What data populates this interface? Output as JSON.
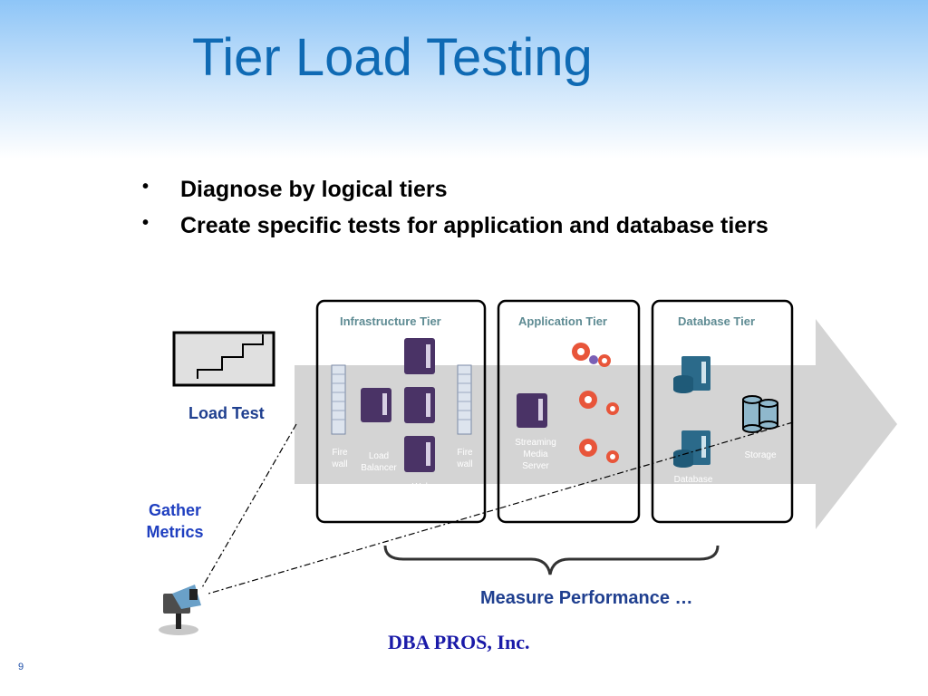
{
  "slide": {
    "title": "Tier Load Testing",
    "bullets": [
      "Diagnose by logical tiers",
      "Create specific tests for application and database tiers"
    ],
    "page_number": "9",
    "company": "DBA PROS, Inc."
  },
  "diagram": {
    "load_test_label": "Load Test",
    "gather_metrics_line1": "Gather",
    "gather_metrics_line2": "Metrics",
    "measure_performance": "Measure Performance …",
    "tiers": {
      "infrastructure": {
        "title": "Infrastructure Tier",
        "labels": {
          "firewall_left_1": "Fire",
          "firewall_left_2": "wall",
          "load_balancer_1": "Load",
          "load_balancer_2": "Balancer",
          "firewall_right_1": "Fire",
          "firewall_right_2": "wall",
          "web": "Web"
        }
      },
      "application": {
        "title": "Application Tier",
        "labels": {
          "streaming_1": "Streaming",
          "streaming_2": "Media",
          "streaming_3": "Server"
        }
      },
      "database": {
        "title": "Database Tier",
        "labels": {
          "storage": "Storage",
          "database": "Database"
        }
      }
    },
    "colors": {
      "title_blue": "#0f6ab4",
      "arrow_gray": "#d4d4d4",
      "server_purple": "#4a3366",
      "db_teal": "#2b6a8a",
      "gear_red": "#e8553a",
      "label_blue": "#1f3f8f"
    },
    "icons": [
      "staircase-chart-icon",
      "firewall-icon",
      "server-icon",
      "gear-icon",
      "database-icon",
      "storage-icon",
      "camera-icon",
      "curly-brace"
    ]
  }
}
